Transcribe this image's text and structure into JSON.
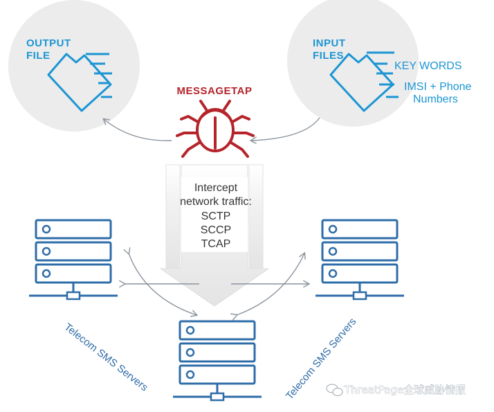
{
  "output_panel": {
    "title_line1": "OUTPUT",
    "title_line2": "FILE"
  },
  "input_panel": {
    "title_line1": "INPUT",
    "title_line2": "FILES",
    "keywords": "KEY WORDS",
    "imsi_line1": "IMSI + Phone",
    "imsi_line2": "Numbers"
  },
  "malware": {
    "name": "MESSAGETAP"
  },
  "intercept": {
    "line1": "Intercept",
    "line2": "network traffic:",
    "protocols": [
      "SCTP",
      "SCCP",
      "TCAP"
    ]
  },
  "servers": {
    "left_label": "Telecom SMS Servers",
    "right_label": "Telecom SMS Servers"
  },
  "watermark": {
    "text": "ThreatPage全球威胁情报"
  },
  "colors": {
    "blue": "#1b95d3",
    "server_blue": "#2e6ca8",
    "red": "#b5242b",
    "circle_gray": "#ececec",
    "arrow_gray": "#8a939c"
  }
}
